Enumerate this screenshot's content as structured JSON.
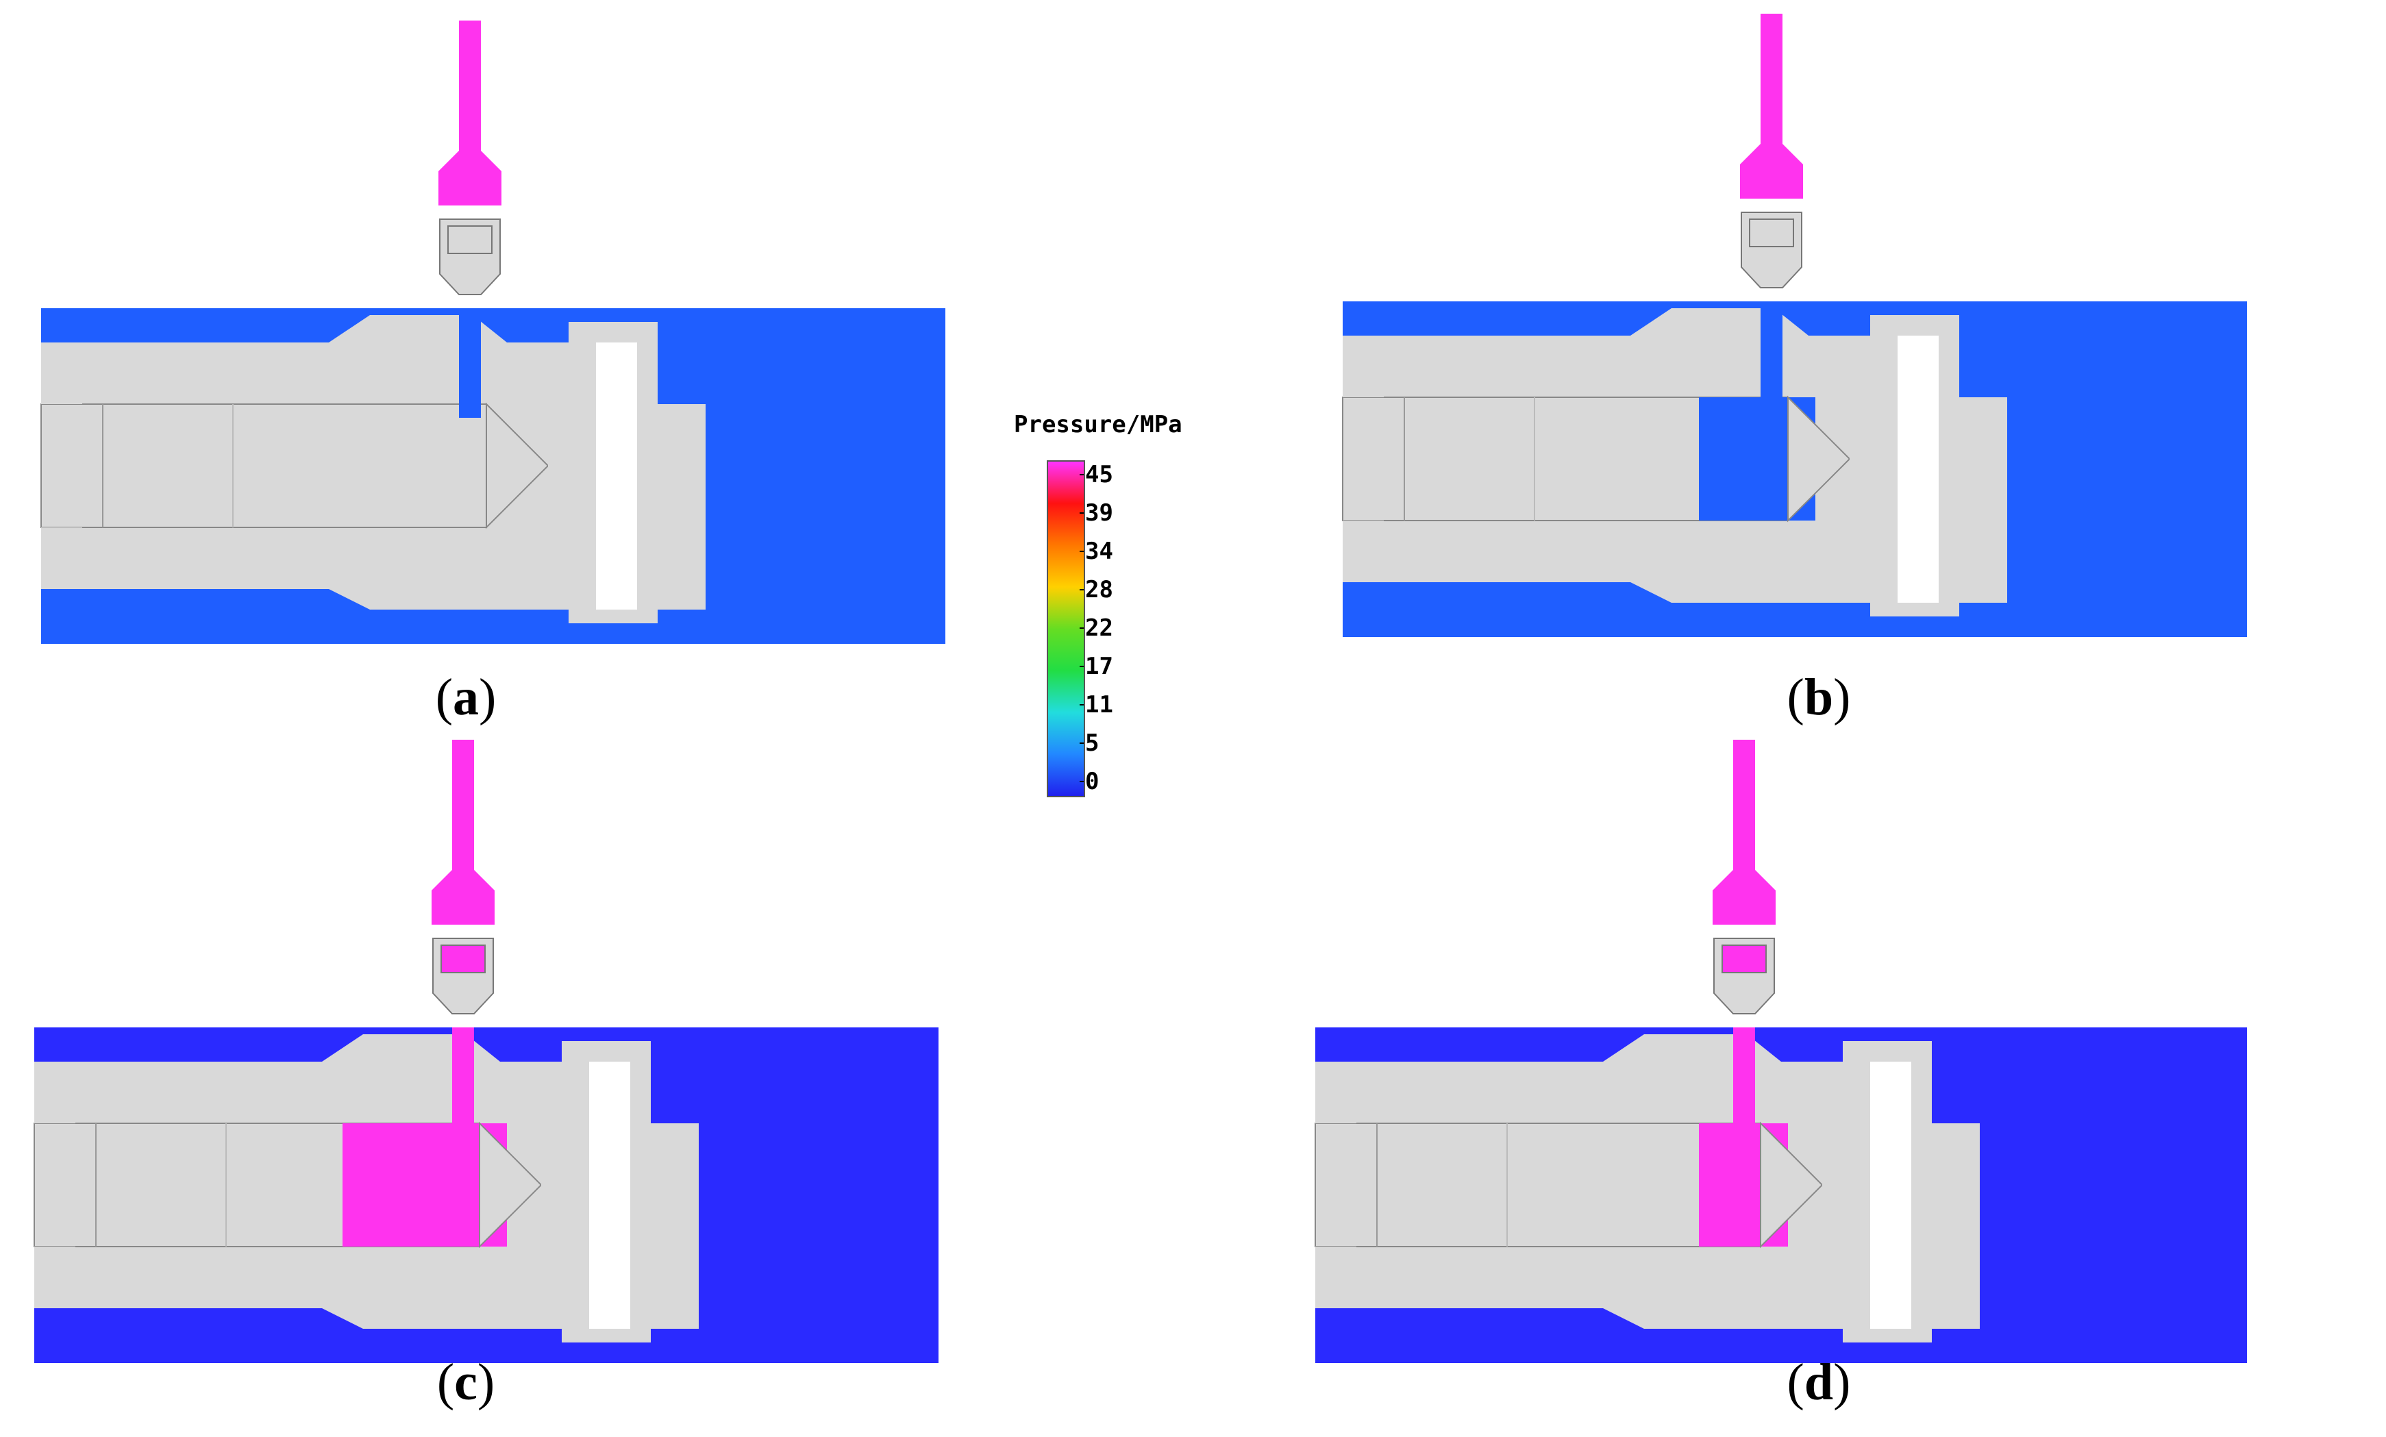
{
  "colorbar": {
    "title": "Pressure/MPa",
    "ticks": [
      "45",
      "39",
      "34",
      "28",
      "22",
      "17",
      "11",
      "5",
      "0"
    ],
    "colors": [
      "#ff33ff",
      "#ff1111",
      "#ff7700",
      "#ffd000",
      "#66dd22",
      "#22dd44",
      "#22dddd",
      "#2288ff",
      "#2020ee"
    ]
  },
  "panels": [
    {
      "label": "a",
      "chamber_colors": {
        "left": "#d9d9d9",
        "right": "#d9d9d9"
      },
      "piston_fill": "none"
    },
    {
      "label": "b",
      "chamber_colors": {
        "left": "#d9d9d9",
        "right": "#d9d9d9"
      },
      "piston_fill": "blue"
    },
    {
      "label": "c",
      "chamber_colors": {
        "left": "#d9d9d9",
        "right": "#d9d9d9"
      },
      "piston_fill": "magenta"
    },
    {
      "label": "d",
      "chamber_colors": {
        "left": "#d9d9d9",
        "right": "#d9d9d9"
      },
      "piston_fill": "magenta"
    }
  ],
  "colors": {
    "low_pressure": "#1f5eff",
    "low_pressure_dark": "#2a2aff",
    "high_pressure": "#ff33ee",
    "solid": "#d9d9d9"
  }
}
